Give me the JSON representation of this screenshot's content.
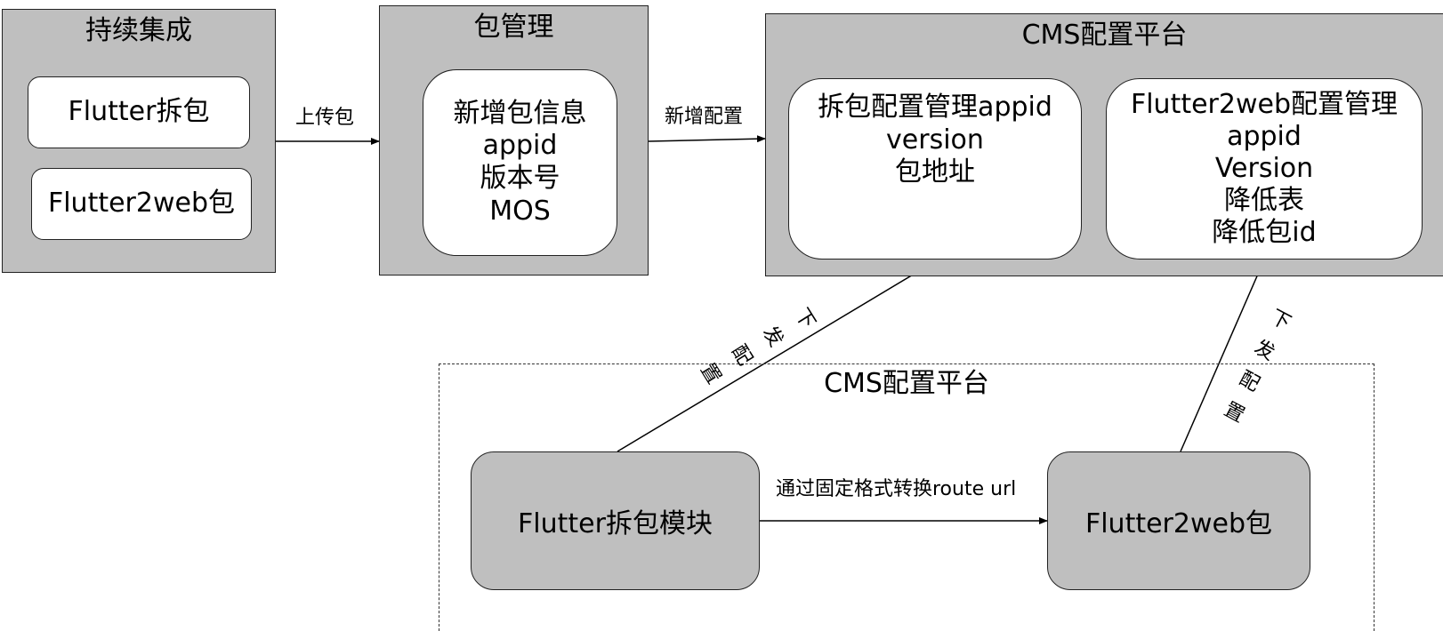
{
  "ci_panel": {
    "title": "持续集成",
    "items": [
      "Flutter拆包",
      "Flutter2web包"
    ]
  },
  "pkg_panel": {
    "title": "包管理",
    "card_lines": [
      "新增包信息",
      "appid",
      "版本号",
      "MOS"
    ]
  },
  "cms_panel": {
    "title": "CMS配置平台",
    "split_card_lines": [
      "拆包配置管理appid",
      "version",
      "包地址"
    ],
    "web_card_lines": [
      "Flutter2web配置管理",
      "appid",
      "Version",
      "降低表",
      "降低包id"
    ]
  },
  "bottom_group": {
    "title": "CMS配置平台",
    "split_module": "Flutter拆包模块",
    "web_package": "Flutter2web包"
  },
  "edges": {
    "upload": "上传包",
    "add_config": "新增配置",
    "convert": "通过固定格式转换route url",
    "dispatch_left": [
      "下",
      "发",
      "配",
      "置"
    ],
    "dispatch_right": [
      "下",
      "发",
      "配",
      "置"
    ]
  }
}
